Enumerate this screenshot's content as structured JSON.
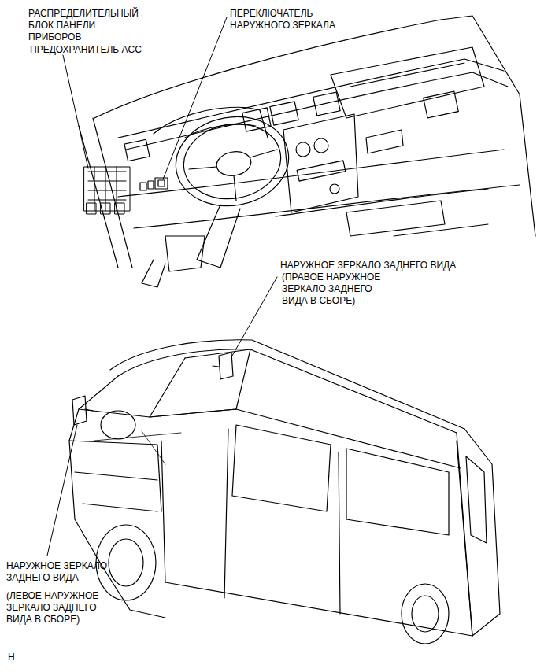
{
  "diagram": {
    "labels": [
      "РАСПРЕДЕЛИТЕЛЬНЫЙ БЛОК ПАНЕЛИ ПРИБОРОВ",
      "ПРЕДОХРАНИТЕЛЬ ACC",
      "ПЕРЕКЛЮЧАТЕЛЬ НАРУЖНОГО ЗЕРКАЛА",
      "НАРУЖНОЕ ЗЕРКАЛО ЗАДНЕГО ВИДА",
      "(ПРАВОЕ НАРУЖНОЕ ЗЕРКАЛО ЗАДНЕГО ВИДА В СБОРЕ)",
      "НАРУЖНОЕ ЗЕРКАЛО ЗАДНЕГО ВИДА",
      "(ЛЕВОЕ НАРУЖНОЕ ЗЕРКАЛО ЗАДНЕГО ВИДА В СБОРЕ)",
      "H"
    ]
  }
}
